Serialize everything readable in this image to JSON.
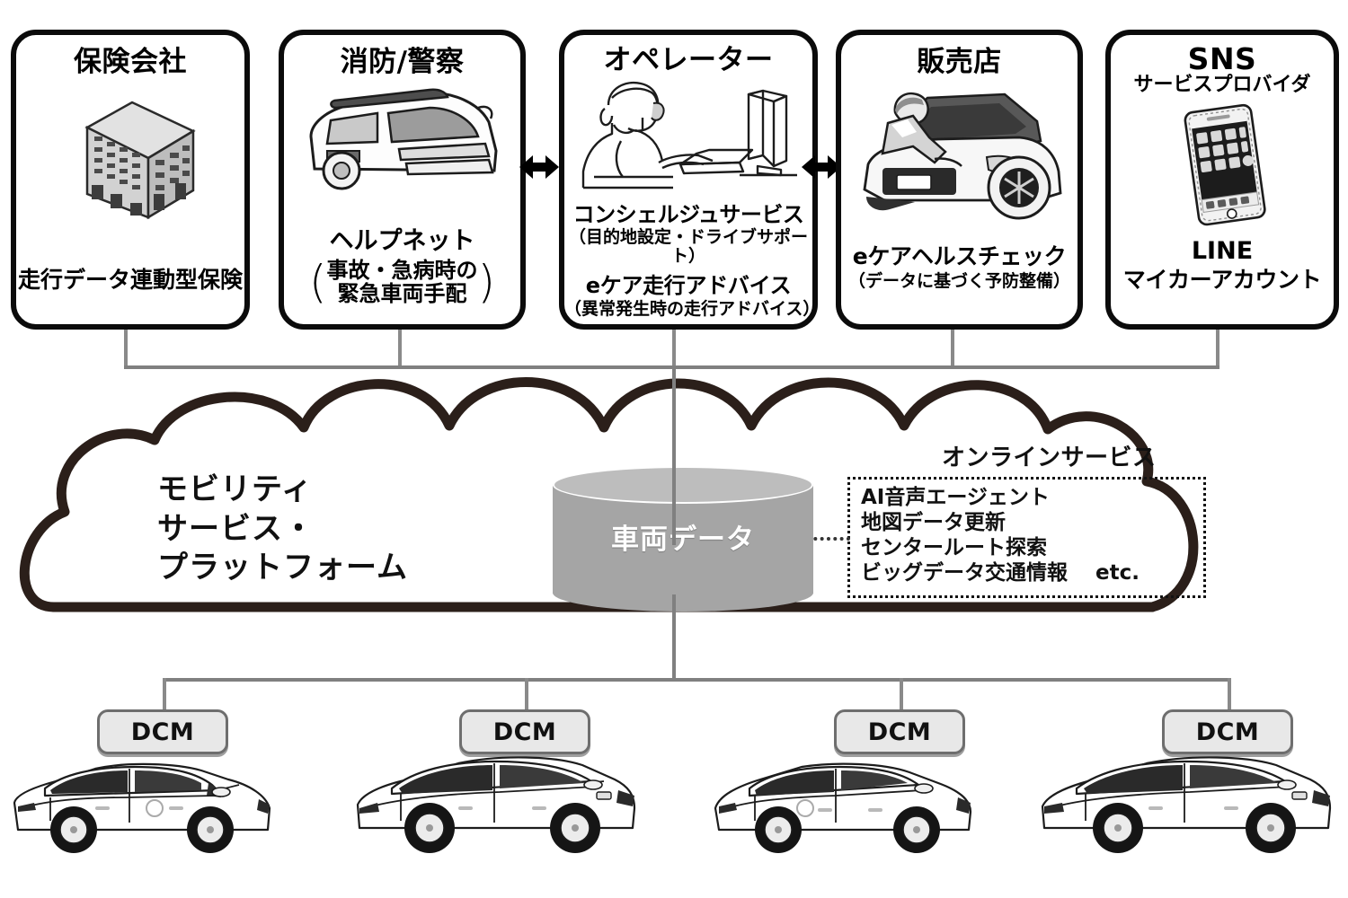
{
  "diagram": {
    "partners": [
      {
        "title": "保険会社",
        "icon": "office-building-icon",
        "caption": "走行データ連動型保険",
        "caption2": "",
        "paren": ""
      },
      {
        "title": "消防/警察",
        "icon": "ambulance-icon",
        "caption": "ヘルプネット",
        "paren_line1": "事故・急病時の",
        "paren_line2": "緊急車両手配"
      },
      {
        "title": "オペレーター",
        "icon": "operator-headset-icon",
        "service1": "コンシェルジュサービス",
        "service1_sub": "（目的地設定・ドライブサポート）",
        "service2": "eケア走行アドバイス",
        "service2_sub": "（異常発生時の走行アドバイス）"
      },
      {
        "title": "販売店",
        "icon": "car-mechanic-icon",
        "caption": "eケアヘルスチェック",
        "caption_sub": "（データに基づく予防整備）"
      },
      {
        "title": "SNS",
        "title_sub": "サービスプロバイダ",
        "icon": "smartphone-icon",
        "caption": "LINE",
        "caption2": "マイカーアカウント"
      }
    ],
    "arrows": [
      {
        "name": "arrow-fire-police-to-operator",
        "glyph": "↔"
      },
      {
        "name": "arrow-operator-to-dealer",
        "glyph": "↔"
      }
    ],
    "cloud": {
      "title_line1": "モビリティ",
      "title_line2": "サービス・",
      "title_line3": "プラットフォーム",
      "online_title": "オンラインサービス",
      "online_items": [
        "AI音声エージェント",
        "地図データ更新",
        "センタールート探索",
        "ビッグデータ交通情報　 etc."
      ]
    },
    "datastore": {
      "label": "車両データ"
    },
    "vehicles": [
      {
        "dcm_label": "DCM",
        "car": "hatchback-car"
      },
      {
        "dcm_label": "DCM",
        "car": "sedan-car"
      },
      {
        "dcm_label": "DCM",
        "car": "hatchback-car"
      },
      {
        "dcm_label": "DCM",
        "car": "sedan-car"
      }
    ],
    "colors": {
      "outline": "#0b0b0b",
      "cloud_outline": "#2b1f1a",
      "connector": "#808080",
      "cylinder_body": "#a5a5a5",
      "cylinder_top": "#bdbdbd",
      "dcm_fill": "#e8e8e8",
      "background": "#ffffff"
    }
  }
}
